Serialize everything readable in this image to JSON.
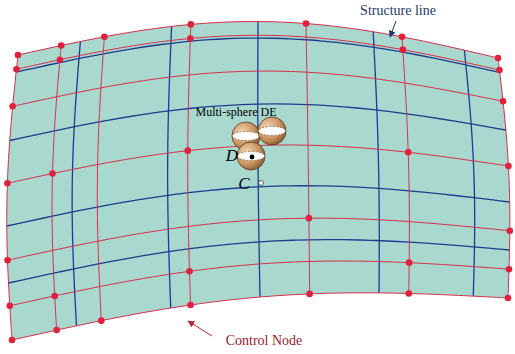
{
  "diagram": {
    "labels": [
      "Structure line",
      "Multi-sphere DE",
      "D",
      "C",
      "Control Node"
    ]
  }
}
